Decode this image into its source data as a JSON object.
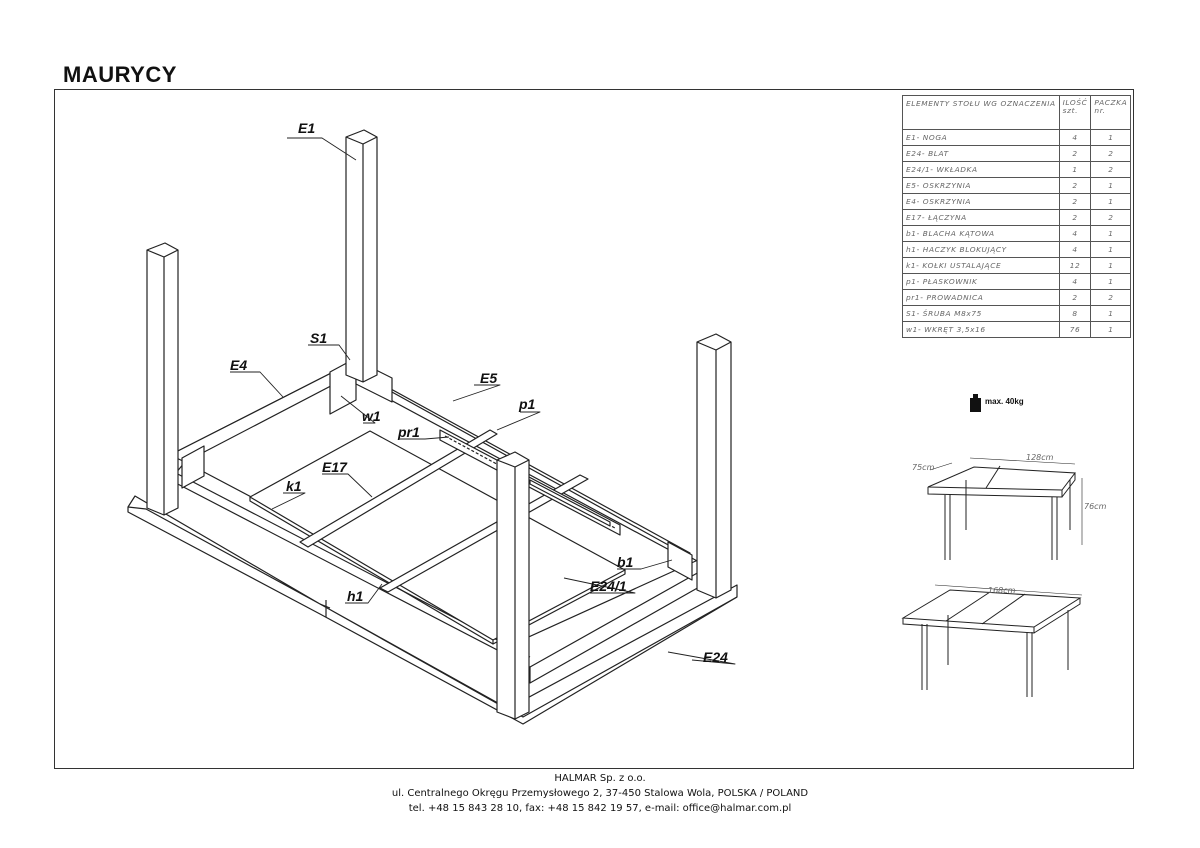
{
  "title": "MAURYCY",
  "labels": {
    "E1": "E1",
    "S1": "S1",
    "E4": "E4",
    "w1": "w1",
    "E5": "E5",
    "p1": "p1",
    "pr1": "pr1",
    "E17": "E17",
    "k1": "k1",
    "b1": "b1",
    "E24_1": "E24/1",
    "h1": "h1",
    "E24": "E24"
  },
  "parts_table": {
    "headers": [
      "ELEMENTY STOŁU WG OZNACZENIA",
      "ILOŚĆ szt.",
      "PACZKA nr."
    ],
    "rows": [
      [
        "E1- NOGA",
        "4",
        "1"
      ],
      [
        "E24- BLAT",
        "2",
        "2"
      ],
      [
        "E24/1- WKŁADKA",
        "1",
        "2"
      ],
      [
        "E5- OSKRZYNIA",
        "2",
        "1"
      ],
      [
        "E4- OSKRZYNIA",
        "2",
        "1"
      ],
      [
        "E17- ŁĄCZYNA",
        "2",
        "2"
      ],
      [
        "b1- BLACHA KĄTOWA",
        "4",
        "1"
      ],
      [
        "h1- HACZYK BLOKUJĄCY",
        "4",
        "1"
      ],
      [
        "k1- KOŁKI USTALAJĄCE",
        "12",
        "1"
      ],
      [
        "p1- PŁASKOWNIK",
        "4",
        "1"
      ],
      [
        "pr1- PROWADNICA",
        "2",
        "2"
      ],
      [
        "S1- ŚRUBA M8x75",
        "8",
        "1"
      ],
      [
        "w1- WKRĘT 3,5x16",
        "76",
        "1"
      ]
    ]
  },
  "max_load": "max. 40kg",
  "dimensions": {
    "width": "128cm",
    "depth": "75cm",
    "height": "76cm",
    "extended_width": "168cm"
  },
  "footer": {
    "company": "HALMAR Sp. z o.o.",
    "address": "ul. Centralnego Okręgu Przemysłowego 2, 37-450 Stalowa Wola, POLSKA / POLAND",
    "contact": "tel. +48 15 843 28 10, fax: +48 15 842 19 57, e-mail: office@halmar.com.pl"
  },
  "colors": {
    "line": "#222222",
    "table_text": "#666666"
  }
}
